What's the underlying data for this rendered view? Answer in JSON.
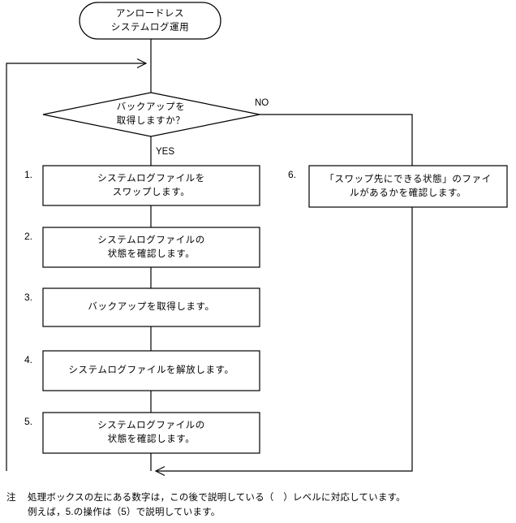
{
  "diagram": {
    "type": "flowchart",
    "title_node": {
      "shape": "terminator",
      "text": "アンロードレス\nシステムログ運用"
    },
    "decision": {
      "shape": "diamond",
      "text": "バックアップを\n取得しますか？",
      "yes_label": "YES",
      "no_label": "NO"
    },
    "steps": [
      {
        "number": "1.",
        "text": "システムログファイルを\nスワップします。"
      },
      {
        "number": "2.",
        "text": "システムログファイルの\n状態を確認します。"
      },
      {
        "number": "3.",
        "text": "バックアップを取得します。"
      },
      {
        "number": "4.",
        "text": "システムログファイルを解放します。"
      },
      {
        "number": "5.",
        "text": "システムログファイルの\n状態を確認します。"
      }
    ],
    "branch_step": {
      "number": "6.",
      "text": "「スワップ先にできる状態」のファイ\nルがあるかを確認します。"
    },
    "line_color": "#000000",
    "background_color": "#ffffff"
  },
  "footnote": {
    "marker": "注",
    "line1": "処理ボックスの左にある数字は，この後で説明している（　）レベルに対応しています。",
    "line2": "例えば，5.の操作は（5）で説明しています。"
  }
}
